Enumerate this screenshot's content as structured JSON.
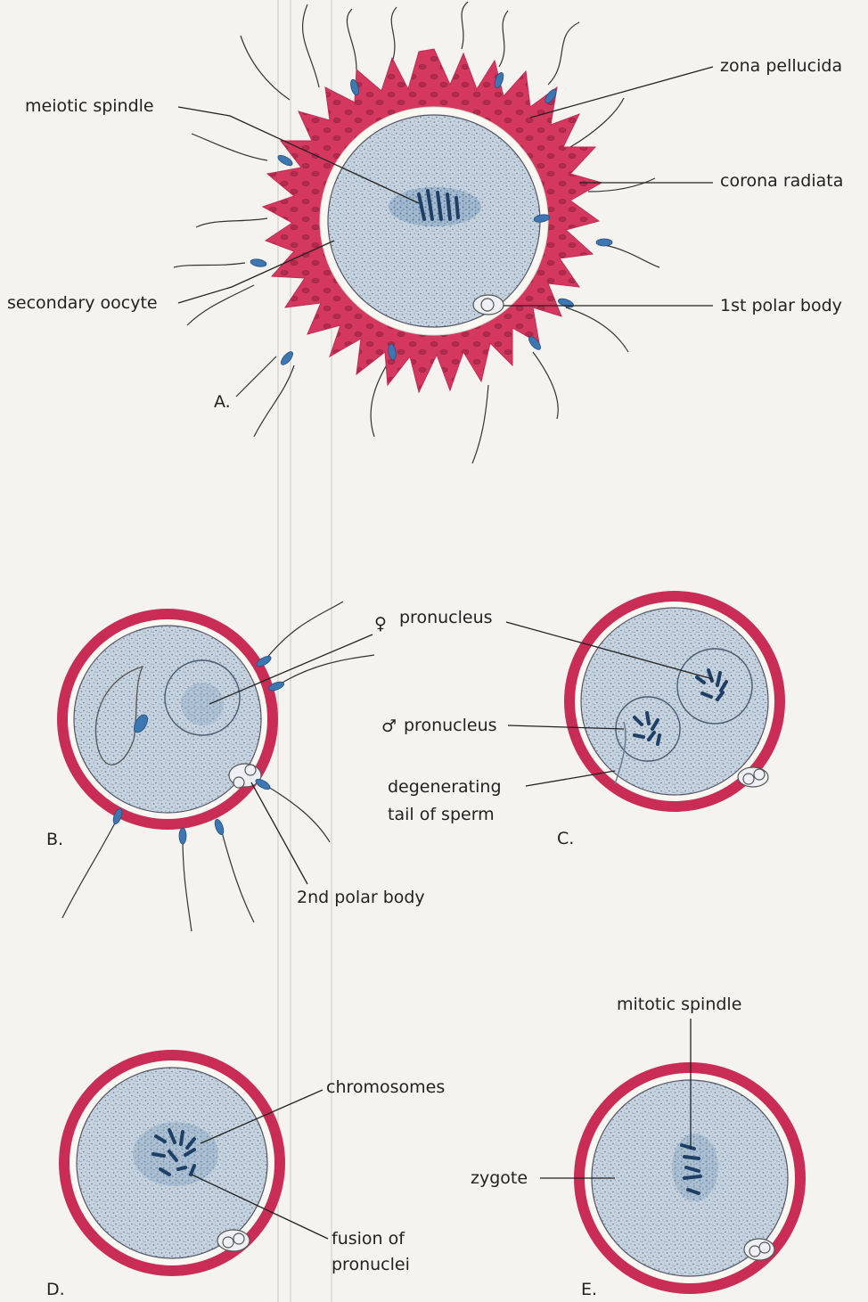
{
  "figure": {
    "panels": {
      "A": {
        "letter": "A.",
        "labels": {
          "zona_pellucida": "zona pellucida",
          "meiotic_spindle": "meiotic spindle",
          "corona_radiata": "corona radiata",
          "secondary_oocyte": "secondary oocyte",
          "first_polar_body": "1st polar body"
        }
      },
      "B": {
        "letter": "B.",
        "labels": {
          "second_polar_body": "2nd polar body"
        }
      },
      "C": {
        "letter": "C.",
        "labels": {
          "female_pronucleus_symbol": "♀",
          "female_pronucleus": "pronucleus",
          "male_pronucleus_symbol": "♂",
          "male_pronucleus": "pronucleus",
          "degenerating_tail_line1": "degenerating",
          "degenerating_tail_line2": "tail of sperm"
        }
      },
      "D": {
        "letter": "D.",
        "labels": {
          "chromosomes": "chromosomes",
          "fusion_line1": "fusion of",
          "fusion_line2": "pronuclei"
        }
      },
      "E": {
        "letter": "E.",
        "labels": {
          "mitotic_spindle": "mitotic spindle",
          "zygote": "zygote"
        }
      }
    },
    "colors": {
      "corona": "#d5385f",
      "zona_ring": "#c92d55",
      "cytoplasm": "#c5d2de",
      "nucleus_blue": "#3d76b0",
      "chromosome": "#1e3f66",
      "background": "#f4f3ef"
    }
  }
}
